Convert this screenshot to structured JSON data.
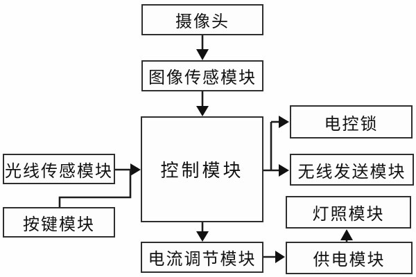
{
  "diagram": {
    "type": "block-diagram",
    "nodes": {
      "camera": {
        "label": "摄像头"
      },
      "image_sensor": {
        "label": "图像传感模块"
      },
      "control": {
        "label": "控制模块"
      },
      "light_sensor": {
        "label": "光线传感模块"
      },
      "button": {
        "label": "按键模块"
      },
      "electric_lock": {
        "label": "电控锁"
      },
      "wireless": {
        "label": "无线发送模块"
      },
      "lighting": {
        "label": "灯照模块"
      },
      "power": {
        "label": "供电模块"
      },
      "current_regulator": {
        "label": "电流调节模块"
      }
    },
    "edges": [
      {
        "from": "摄像头",
        "to": "图像传感模块"
      },
      {
        "from": "图像传感模块",
        "to": "控制模块"
      },
      {
        "from": "光线传感模块",
        "to": "控制模块"
      },
      {
        "from": "按键模块",
        "to": "控制模块"
      },
      {
        "from": "控制模块",
        "to": "电控锁"
      },
      {
        "from": "控制模块",
        "to": "无线发送模块"
      },
      {
        "from": "控制模块",
        "to": "电流调节模块"
      },
      {
        "from": "电流调节模块",
        "to": "供电模块"
      },
      {
        "from": "供电模块",
        "to": "灯照模块"
      }
    ],
    "colors": {
      "background": "#fefefe",
      "box_border": "#2e2e2e",
      "box_fill": "#fdfdfd",
      "line": "#1c1c1c",
      "text": "#111111"
    }
  }
}
